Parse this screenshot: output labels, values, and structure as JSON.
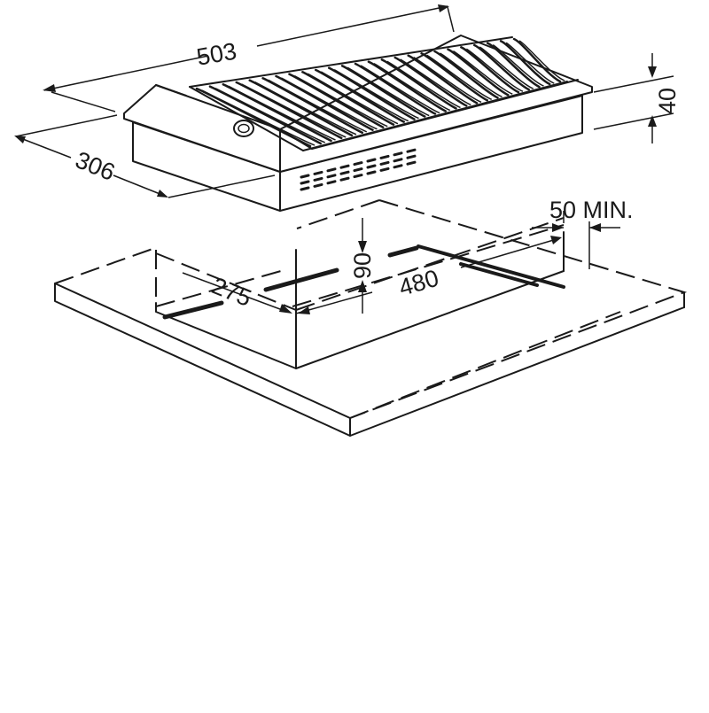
{
  "dimensions": {
    "width_total": "503",
    "depth_total": "306",
    "height": "40",
    "cutout_depth": "275",
    "cutout_width": "480",
    "clearance_depth": "90",
    "min_distance": "50 MIN."
  },
  "colors": {
    "line": "#1a1a1a",
    "background": "#ffffff"
  },
  "icons": [
    "control-knob-icon",
    "grill-grate-icon",
    "vent-slots-icon"
  ]
}
